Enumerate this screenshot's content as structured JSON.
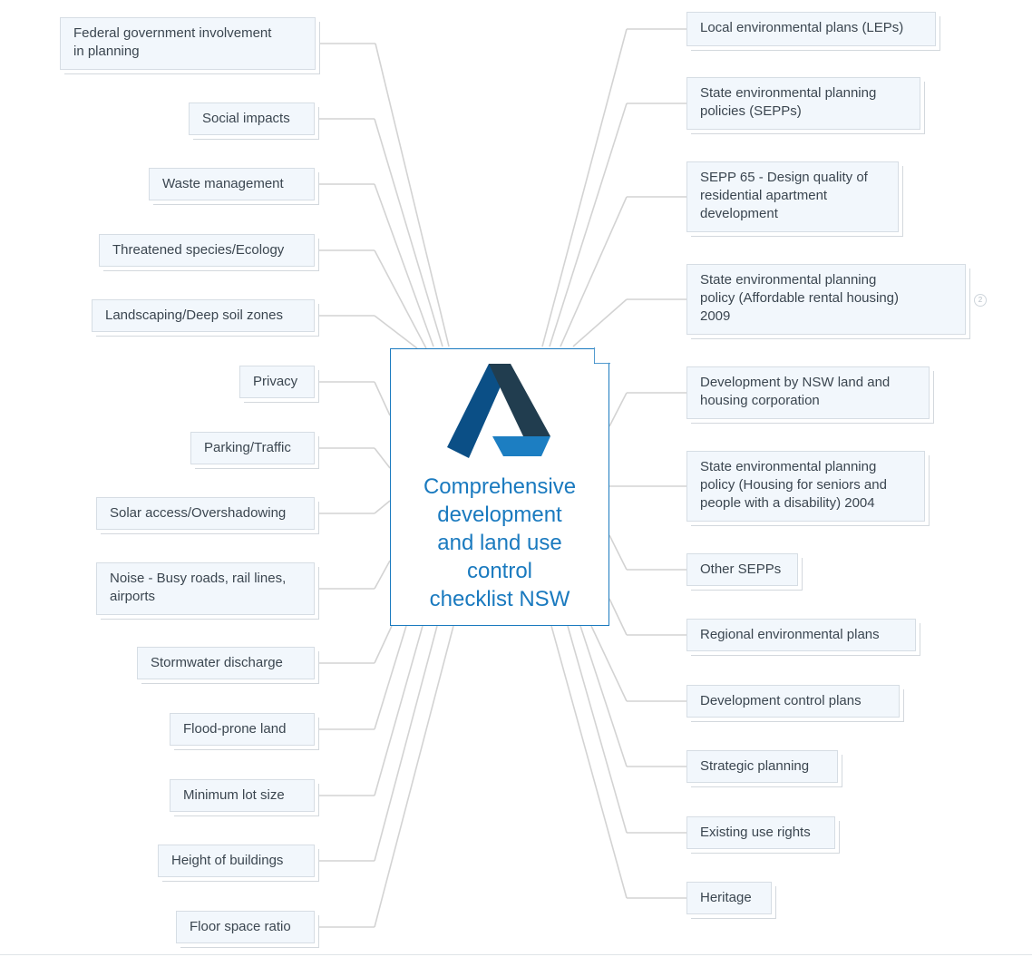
{
  "central_topic": {
    "lines": [
      "Comprehensive",
      "development",
      "and land use",
      "control",
      "checklist NSW"
    ],
    "title_color": "#1a7abf",
    "logo_icon": "abstract-triangle-logo-icon"
  },
  "left_topics": [
    {
      "lines": [
        "Federal government involvement",
        "in planning"
      ]
    },
    {
      "lines": [
        "Social impacts"
      ]
    },
    {
      "lines": [
        "Waste management"
      ]
    },
    {
      "lines": [
        "Threatened species/Ecology"
      ]
    },
    {
      "lines": [
        "Landscaping/Deep soil zones"
      ]
    },
    {
      "lines": [
        "Privacy"
      ]
    },
    {
      "lines": [
        "Parking/Traffic"
      ]
    },
    {
      "lines": [
        "Solar access/Overshadowing"
      ]
    },
    {
      "lines": [
        "Noise - Busy roads, rail lines,",
        "airports"
      ]
    },
    {
      "lines": [
        "Stormwater discharge"
      ]
    },
    {
      "lines": [
        "Flood-prone land"
      ]
    },
    {
      "lines": [
        "Minimum lot size"
      ]
    },
    {
      "lines": [
        "Height of buildings"
      ]
    },
    {
      "lines": [
        "Floor space ratio"
      ]
    }
  ],
  "right_topics": [
    {
      "lines": [
        "Local environmental plans (LEPs)"
      ]
    },
    {
      "lines": [
        "State environmental planning",
        "policies (SEPPs)"
      ]
    },
    {
      "lines": [
        "SEPP 65 - Design quality of",
        "residential apartment",
        "development"
      ]
    },
    {
      "lines": [
        "State environmental planning",
        "policy (Affordable rental housing)",
        "2009"
      ],
      "icon": "link-icon",
      "badge": "2"
    },
    {
      "lines": [
        "Development by NSW land and",
        "housing corporation"
      ]
    },
    {
      "lines": [
        "State environmental planning",
        "policy (Housing for seniors and",
        "people with a disability) 2004"
      ]
    },
    {
      "lines": [
        "Other SEPPs"
      ]
    },
    {
      "lines": [
        "Regional environmental plans"
      ]
    },
    {
      "lines": [
        "Development control plans"
      ]
    },
    {
      "lines": [
        "Strategic planning"
      ]
    },
    {
      "lines": [
        "Existing use rights"
      ]
    },
    {
      "lines": [
        "Heritage"
      ]
    }
  ],
  "colors": {
    "node_fill": "#f2f7fc",
    "node_border": "#d6dde4",
    "connector": "#d3d3d3",
    "center_border": "#1a7abf"
  }
}
